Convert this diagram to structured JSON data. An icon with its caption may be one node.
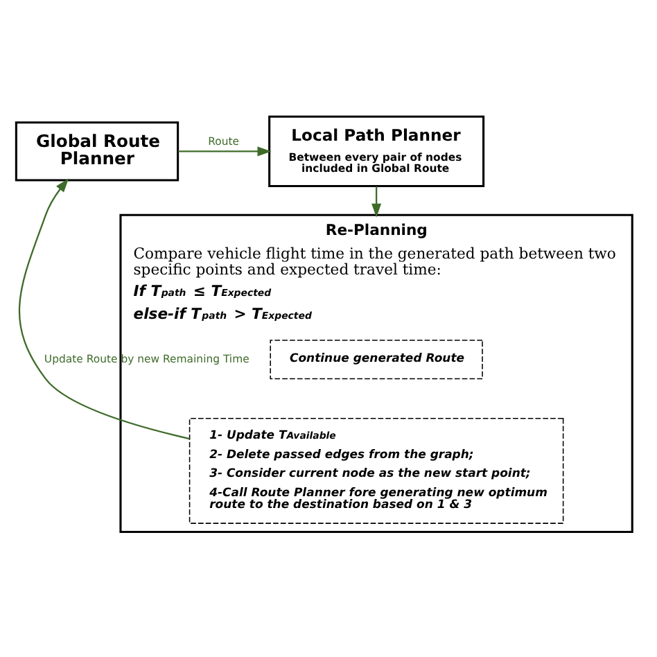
{
  "diagram": {
    "nodes": [
      {
        "text": [
          "Global Route Planner"
        ]
      },
      {
        "text": [
          "Local Path Planner",
          "Between every pair of nodes included in Global Route"
        ]
      },
      {
        "text": [
          "Re-Planning",
          "Compare vehicle flight time in the generated path between two specific points and expected travel time:",
          "If T$_{path}$ ≤ T$_{Expected}$",
          "else-if T$_{path}$ > T$_{Expected}$"
        ]
      },
      {
        "text": [
          "Continue generated Route"
        ],
        "in": 2
      },
      {
        "text": [
          "1- Update T$_{Available}$",
          "2- Delete passed edges from the graph;",
          "3- Consider current node as the new start point;",
          "4-Call Route Planner fore generating new optimum route to the destination based on 1 & 3"
        ],
        "in": 2
      }
    ],
    "edges": [
      {
        "from": 0,
        "to": 1,
        "arrow": "to",
        "label": "Route"
      },
      {
        "from": 1,
        "to": 2,
        "arrow": "to"
      },
      {
        "from": 4,
        "to": 0,
        "arrow": "to",
        "label": "Update Route by new Remaining Time"
      }
    ]
  }
}
